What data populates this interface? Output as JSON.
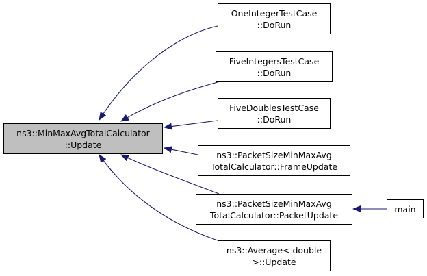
{
  "graph": {
    "root": {
      "line1": "ns3::MinMaxAvgTotalCalculator",
      "line2": "::Update"
    },
    "callers": [
      {
        "line1": "OneIntegerTestCase",
        "line2": "::DoRun"
      },
      {
        "line1": "FiveIntegersTestCase",
        "line2": "::DoRun"
      },
      {
        "line1": "FiveDoublesTestCase",
        "line2": "::DoRun"
      },
      {
        "line1": "ns3::PacketSizeMinMaxAvg",
        "line2": "TotalCalculator::FrameUpdate"
      },
      {
        "line1": "ns3::PacketSizeMinMaxAvg",
        "line2": "TotalCalculator::PacketUpdate"
      },
      {
        "line1": "ns3::Average< double",
        "line2": ">::Update"
      }
    ],
    "second_level": {
      "main": {
        "label": "main"
      }
    },
    "colors": {
      "edge": "#191970",
      "root_fill": "#bfbfbf",
      "node_fill": "#ffffff",
      "border": "#000000"
    }
  }
}
